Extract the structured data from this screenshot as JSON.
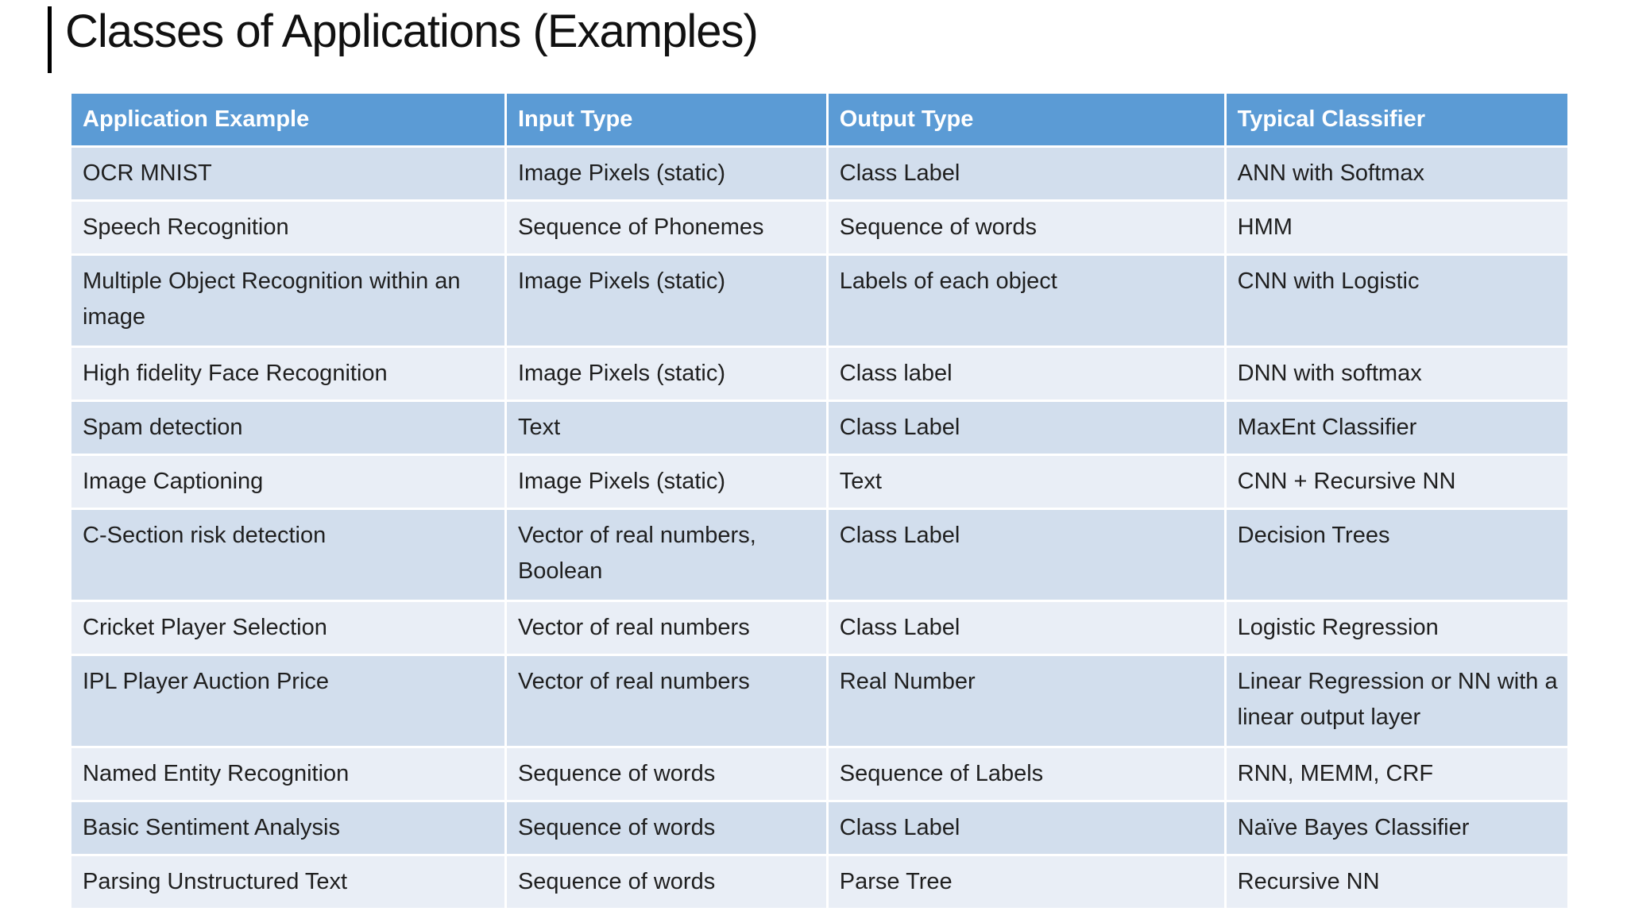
{
  "slide": {
    "title": "Classes of Applications (Examples)"
  },
  "table": {
    "columns": [
      "Application Example",
      "Input Type",
      "Output Type",
      "Typical Classifier"
    ],
    "rows": [
      {
        "cells": [
          "OCR MNIST",
          "Image Pixels (static)",
          "Class Label",
          "ANN with Softmax"
        ]
      },
      {
        "cells": [
          "Speech Recognition",
          "Sequence of Phonemes",
          "Sequence of words",
          "HMM"
        ]
      },
      {
        "cells": [
          "Multiple Object Recognition within an image",
          "Image Pixels (static)",
          "Labels of each object",
          "CNN with Logistic"
        ]
      },
      {
        "cells": [
          "High fidelity Face Recognition",
          "Image Pixels (static)",
          "Class label",
          "DNN with softmax"
        ]
      },
      {
        "cells": [
          "Spam detection",
          "Text",
          "Class Label",
          "MaxEnt Classifier"
        ]
      },
      {
        "cells": [
          "Image Captioning",
          "Image Pixels (static)",
          "Text",
          "CNN + Recursive NN"
        ]
      },
      {
        "cells": [
          "C-Section risk detection",
          "Vector of real numbers, Boolean",
          "Class Label",
          "Decision Trees"
        ]
      },
      {
        "cells": [
          "Cricket Player Selection",
          "Vector of real numbers",
          "Class Label",
          "Logistic Regression"
        ]
      },
      {
        "cells": [
          "IPL Player Auction Price",
          "Vector of real numbers",
          "Real Number",
          "Linear Regression or NN with a linear output layer"
        ]
      },
      {
        "cells": [
          "Named Entity Recognition",
          "Sequence of words",
          "Sequence of Labels",
          "RNN, MEMM, CRF"
        ]
      },
      {
        "cells": [
          "Basic Sentiment Analysis",
          "Sequence of words",
          "Class Label",
          "Naïve Bayes Classifier"
        ]
      },
      {
        "cells": [
          "Parsing Unstructured Text",
          "Sequence of words",
          "Parse Tree",
          "Recursive NN"
        ]
      }
    ]
  },
  "colors": {
    "header_bg": "#5B9BD5",
    "row_band_dark": "#D2DEED",
    "row_band_light": "#E9EEF6",
    "header_text": "#FFFFFF",
    "body_text": "#1F1F1F",
    "slide_bg": "#FFFFFF"
  }
}
